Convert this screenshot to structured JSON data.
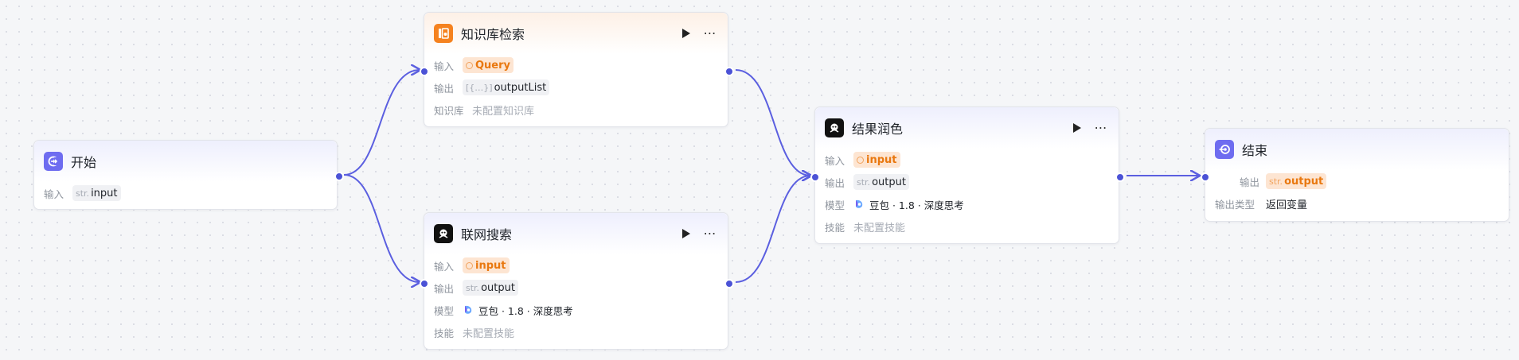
{
  "colors": {
    "edge": "#5b5fe0",
    "accent": "#4b52d6",
    "ref_bg": "#fde5d2",
    "ref_text": "#e9780f"
  },
  "nodes": {
    "start": {
      "title": "开始",
      "icon": "start-icon",
      "input_label": "输入",
      "input_type": "str.",
      "input_value": "input"
    },
    "knowledge": {
      "title": "知识库检索",
      "icon": "knowledge-base-icon",
      "input_label": "输入",
      "input_value": "Query",
      "output_label": "输出",
      "output_type": "[{…}]",
      "output_value": "outputList",
      "kb_label": "知识库",
      "kb_value": "未配置知识库"
    },
    "websearch": {
      "title": "联网搜索",
      "icon": "agent-icon",
      "input_label": "输入",
      "input_value": "input",
      "output_label": "输出",
      "output_type": "str.",
      "output_value": "output",
      "model_label": "模型",
      "model_value": "豆包 · 1.8 · 深度思考",
      "skill_label": "技能",
      "skill_value": "未配置技能"
    },
    "polish": {
      "title": "结果润色",
      "icon": "agent-icon",
      "input_label": "输入",
      "input_value": "input",
      "output_label": "输出",
      "output_type": "str.",
      "output_value": "output",
      "model_label": "模型",
      "model_value": "豆包 · 1.8 · 深度思考",
      "skill_label": "技能",
      "skill_value": "未配置技能"
    },
    "end": {
      "title": "结束",
      "icon": "end-icon",
      "output_label": "输出",
      "output_type": "str.",
      "output_value": "output",
      "return_label": "输出类型",
      "return_value": "返回变量"
    }
  }
}
